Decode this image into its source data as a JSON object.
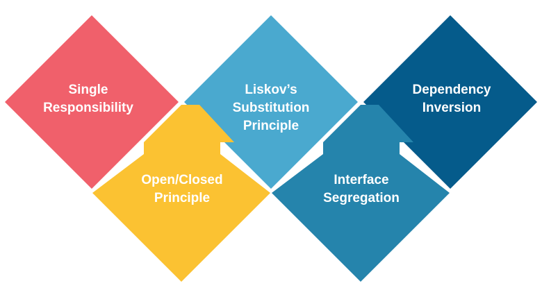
{
  "principles": [
    {
      "id": "single-responsibility",
      "lines": [
        "Single",
        "Responsibility"
      ],
      "color": "#f0606b"
    },
    {
      "id": "open-closed",
      "lines": [
        "Open/Closed",
        "Principle"
      ],
      "color": "#fbc232"
    },
    {
      "id": "liskov-substitution",
      "lines": [
        "Liskov’s",
        "Substitution",
        "Principle"
      ],
      "color": "#4aa9cf"
    },
    {
      "id": "interface-segregation",
      "lines": [
        "Interface",
        "Segregation"
      ],
      "color": "#2584ac"
    },
    {
      "id": "dependency-inversion",
      "lines": [
        "Dependency",
        "Inversion"
      ],
      "color": "#055b8b"
    }
  ]
}
